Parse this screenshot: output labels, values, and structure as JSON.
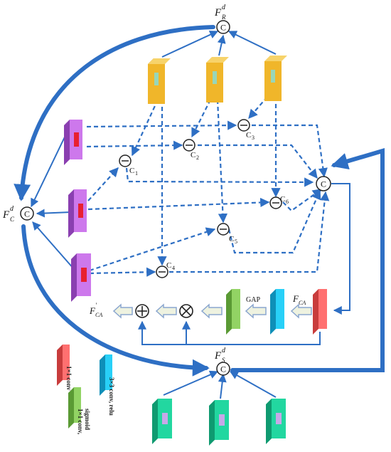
{
  "labels": {
    "fr": "F",
    "fr_sup": "d",
    "fr_sub": "R",
    "fc": "F",
    "fc_sup": "d",
    "fc_sub": "C",
    "fs": "F",
    "fs_sup": "d",
    "fs_sub": "S",
    "fca": "F",
    "fca_sub": "CA",
    "fca_out": "F",
    "fca_out_sub": "CA",
    "fca_out_sup": "'",
    "gap": "GAP",
    "concat": "C",
    "c1": "C",
    "c1_sub": "1",
    "c2": "C",
    "c2_sub": "2",
    "c3": "C",
    "c3_sub": "3",
    "c4": "C",
    "c4_sub": "4",
    "c5": "C",
    "c5_sub": "5",
    "c6": "C",
    "c6_sub": "6"
  },
  "legend": {
    "red": "1×1 conv",
    "cyan": "3×3 conv, relu",
    "green_line1": "1×1 conv,",
    "green_line2": "sigmoid"
  },
  "colors": {
    "arrow": "#2e6fc4",
    "dashed": "#2e6fc4",
    "yellow": "#f0b62a",
    "magenta": "#c060e0",
    "teal": "#1fd09a",
    "red": "#ff6b6b",
    "cyan": "#22c8f2",
    "green": "#8ed060"
  }
}
